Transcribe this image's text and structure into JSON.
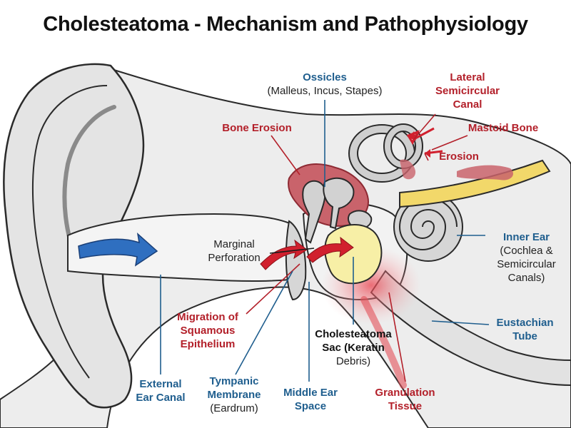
{
  "title": "Cholesteatoma - Mechanism and Pathophysiology",
  "colors": {
    "label_blue": "#1f5e8e",
    "label_red": "#b3202a",
    "flow_arrow": "#2f6fc0",
    "migration_arrow": "#d1202e",
    "cholesteatoma_sac": "#f7efa6",
    "erosion": "#c9636b",
    "inflammation": "#f2a2a6"
  },
  "labels": {
    "ossicles": {
      "title": "Ossicles",
      "sub": "(Malleus, Incus, Stapes)"
    },
    "lateral_canal": {
      "line1": "Lateral",
      "line2": "Semicircular",
      "line3": "Canal"
    },
    "bone_erosion": {
      "title": "Bone Erosion"
    },
    "mastoid_bone": {
      "title": "Mastoid Bone"
    },
    "erosion": {
      "title": "Erosion"
    },
    "marginal_perforation": {
      "line1": "Marginal",
      "line2": "Perforation"
    },
    "inner_ear": {
      "title": "Inner Ear",
      "sub1": "(Cochlea &",
      "sub2": "Semicircular",
      "sub3": "Canals)"
    },
    "migration": {
      "line1": "Migration of",
      "line2": "Squamous",
      "line3": "Epithelium"
    },
    "eustachian_tube": {
      "line1": "Eustachian",
      "line2": "Tube"
    },
    "sac": {
      "line1": "Cholesteatoma",
      "line2": "Sac (Keratin",
      "line3": "Debris)"
    },
    "external_canal": {
      "line1": "External",
      "line2": "Ear Canal"
    },
    "tympanic": {
      "line1": "Tympanic",
      "line2": "Membrane",
      "sub": "(Eardrum)"
    },
    "middle_ear": {
      "line1": "Middle Ear",
      "line2": "Space"
    },
    "granulation": {
      "line1": "Granulation",
      "line2": "Tissue"
    }
  },
  "icons": [
    "sound-flow-arrow-icon",
    "epithelium-migration-arrow-icon"
  ]
}
